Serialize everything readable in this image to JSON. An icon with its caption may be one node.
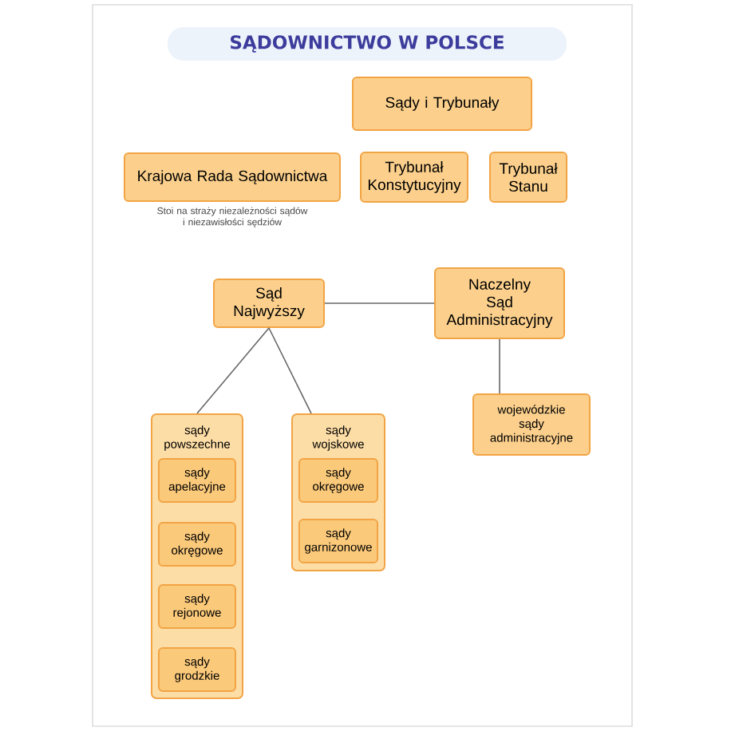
{
  "diagram": {
    "title": "SĄDOWNICTWO W POLSCE",
    "nodes": [
      {
        "text": [
          "Sądy i Trybunały"
        ]
      },
      {
        "text": [
          "Krajowa Rada Sądownictwa"
        ],
        "beside": [
          "Stoi na straży niezależności sądów i niezawisłości sędziów"
        ]
      },
      {
        "text": [
          "Trybunał Konstytucyjny"
        ]
      },
      {
        "text": [
          "Trybunał Stanu"
        ]
      },
      {
        "text": [
          "Sąd Najwyższy"
        ]
      },
      {
        "text": [
          "Naczelny Sąd Administracyjny"
        ]
      },
      {
        "text": [
          "wojewódzkie sądy administracyjne"
        ]
      },
      {
        "text": [
          "sądy powszechne"
        ]
      },
      {
        "text": [
          "sądy apelacyjne"
        ],
        "in": 7
      },
      {
        "text": [
          "sądy okręgowe"
        ],
        "in": 7
      },
      {
        "text": [
          "sądy rejonowe"
        ],
        "in": 7
      },
      {
        "text": [
          "sądy grodzkie"
        ],
        "in": 7
      },
      {
        "text": [
          "sądy wojskowe"
        ]
      },
      {
        "text": [
          "sądy okręgowe"
        ],
        "in": 12
      },
      {
        "text": [
          "sądy garnizonowe"
        ],
        "in": 12
      }
    ],
    "edges": [
      {
        "from": 4,
        "to": 5,
        "arrow": "none"
      },
      {
        "from": 4,
        "to": 7,
        "arrow": "none"
      },
      {
        "from": 4,
        "to": 12,
        "arrow": "none"
      },
      {
        "from": 5,
        "to": 6,
        "arrow": "none"
      }
    ]
  }
}
